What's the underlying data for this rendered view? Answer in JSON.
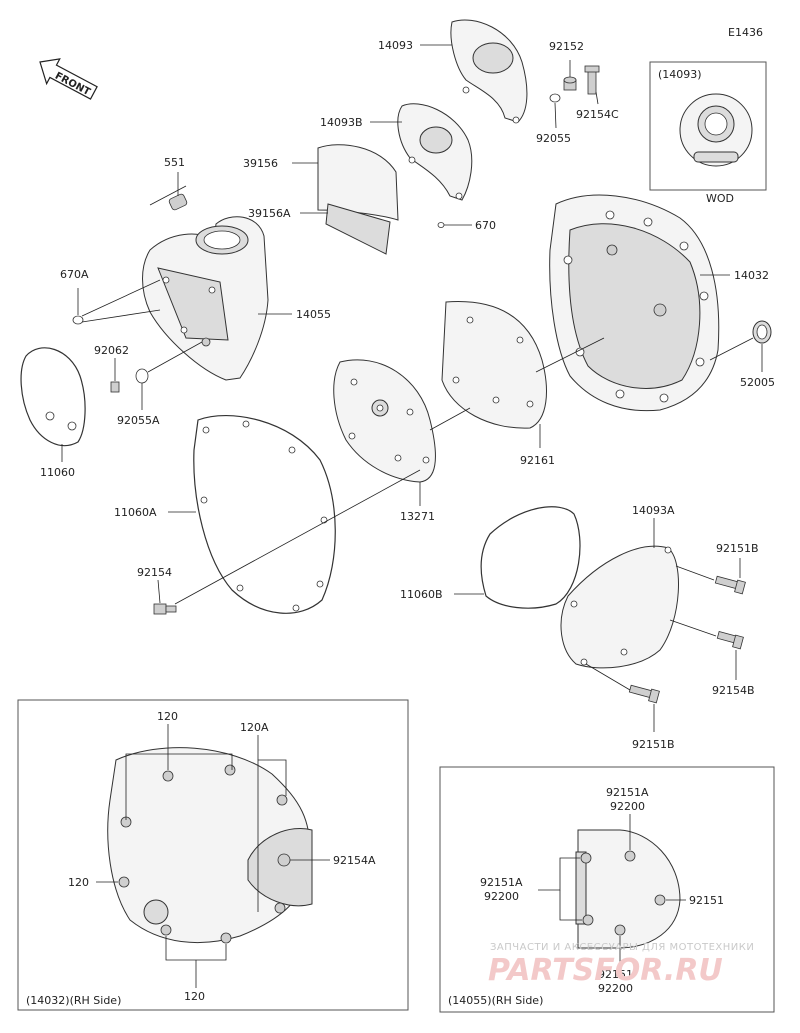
{
  "diagram_code": "E1436",
  "front_label": "FRONT",
  "wod_box": {
    "ref": "(14093)",
    "caption": "WOD"
  },
  "part_labels": {
    "p14093": "14093",
    "p92152": "92152",
    "p92154C": "92154C",
    "p92055": "92055",
    "p14093B": "14093B",
    "p39156": "39156",
    "p39156A": "39156A",
    "p670": "670",
    "p551": "551",
    "p670A": "670A",
    "p14055": "14055",
    "p92062": "92062",
    "p92055A": "92055A",
    "p11060": "11060",
    "p14032": "14032",
    "p52005": "52005",
    "p92161": "92161",
    "p13271": "13271",
    "p11060A": "11060A",
    "p92154": "92154",
    "p14093A": "14093A",
    "p92151B_top": "92151B",
    "p11060B": "11060B",
    "p92154B": "92154B",
    "p92151B_bottom": "92151B"
  },
  "detail_rh_14032": {
    "caption": "(14032)(RH Side)",
    "labels": {
      "l120_top": "120",
      "l120A": "120A",
      "l92154A": "92154A",
      "l120_left": "120",
      "l120_bottom": "120"
    }
  },
  "detail_rh_14055": {
    "caption": "(14055)(RH Side)",
    "labels": {
      "top_a": "92151A",
      "top_b": "92200",
      "left_a": "92151A",
      "left_b": "92200",
      "right": "92151",
      "bottom_a": "92151",
      "bottom_b": "92200"
    }
  },
  "watermark": {
    "line1": "ЗАПЧАСТИ И АКСЕССУАРЫ ДЛЯ МОТОТЕХНИКИ",
    "line2": "PARTSFOR.RU"
  }
}
